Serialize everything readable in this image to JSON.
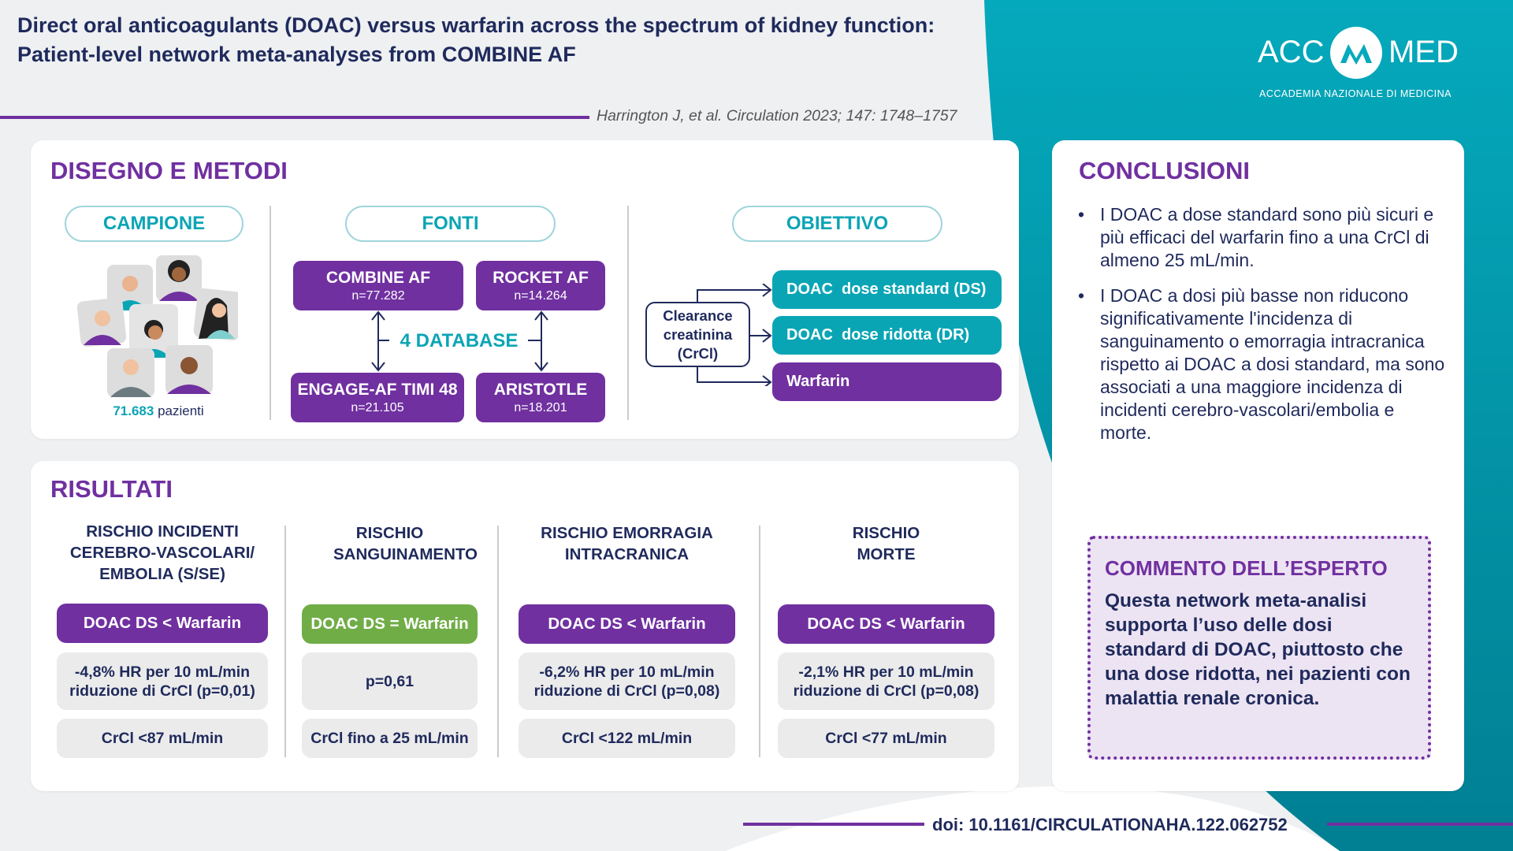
{
  "header": {
    "title": "Direct oral anticoagulants (DOAC) versus warfarin across the spectrum of kidney function: Patient-level network meta-analyses from COMBINE AF",
    "citation": "Harrington J, et al. Circulation 2023; 147: 1748–1757"
  },
  "logo": {
    "left": "ACC",
    "right": "MED",
    "subtitle": "ACCADEMIA NAZIONALE DI MEDICINA"
  },
  "colors": {
    "purple": "#7030a0",
    "teal": "#0aa5b5",
    "green": "#70ad47",
    "navy": "#1f2a5c"
  },
  "design": {
    "heading": "DISEGNO E METODI",
    "sample": {
      "label": "CAMPIONE",
      "count": "71.683",
      "unit": "pazienti"
    },
    "sources": {
      "label": "FONTI",
      "center_label": "4 DATABASE",
      "databases": [
        {
          "name": "COMBINE AF",
          "n": "n=77.282"
        },
        {
          "name": "ROCKET AF",
          "n": "n=14.264"
        },
        {
          "name": "ENGAGE-AF TIMI 48",
          "n": "n=21.105"
        },
        {
          "name": "ARISTOTLE",
          "n": "n=18.201"
        }
      ]
    },
    "objective": {
      "label": "OBIETTIVO",
      "source": "Clearance creatinina (CrCl)",
      "arms": [
        "DOAC  dose standard (DS)",
        "DOAC  dose ridotta (DR)",
        "Warfarin"
      ]
    }
  },
  "results": {
    "heading": "RISULTATI",
    "columns": [
      {
        "title": "RISCHIO INCIDENTI CEREBRO-VASCOLARI/ EMBOLIA (S/SE)",
        "verdict": "DOAC DS < Warfarin",
        "detail": "-4,8% HR per 10 mL/min\nriduzione di CrCl (p=0,01)",
        "threshold": "CrCl <87 mL/min"
      },
      {
        "title": "RISCHIO SANGUINAMENTO",
        "verdict": "DOAC DS = Warfarin",
        "detail": "p=0,61",
        "threshold": "CrCl fino a 25 mL/min"
      },
      {
        "title": "RISCHIO EMORRAGIA INTRACRANICA",
        "verdict": "DOAC DS < Warfarin",
        "detail": "-6,2% HR per 10 mL/min\nriduzione di CrCl (p=0,08)",
        "threshold": "CrCl <122 mL/min"
      },
      {
        "title": "RISCHIO MORTE",
        "verdict": "DOAC DS < Warfarin",
        "detail": "-2,1% HR per 10 mL/min\nriduzione di CrCl (p=0,08)",
        "threshold": "CrCl <77 mL/min"
      }
    ]
  },
  "conclusions": {
    "heading": "CONCLUSIONI",
    "items": [
      "I DOAC a dose standard sono più sicuri e più efficaci del warfarin fino a una CrCl di almeno 25 mL/min.",
      "I DOAC a dosi più basse non riducono significativamente l'incidenza di sanguinamento o emorragia intracranica rispetto ai DOAC a dosi standard, ma sono associati a una maggiore incidenza di incidenti cerebro-vascolari/embolia e morte."
    ],
    "comment": {
      "title": "COMMENTO DELL’ESPERTO",
      "body": "Questa network meta-analisi supporta l’uso delle dosi standard di DOAC, piuttosto che una dose ridotta, nei pazienti con malattia renale cronica."
    }
  },
  "footer": {
    "doi": "doi: 10.1161/CIRCULATIONAHA.122.062752"
  }
}
